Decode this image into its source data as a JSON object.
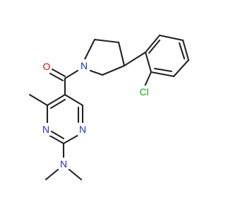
{
  "atoms": {
    "O": {
      "text": "O",
      "color": "#e01010"
    },
    "N_pyr": {
      "text": "N",
      "color": "#2030d0"
    },
    "Cl": {
      "text": "Cl",
      "color": "#10b010"
    },
    "N_ring1": {
      "text": "N",
      "color": "#2030d0"
    },
    "N_ring3": {
      "text": "N",
      "color": "#2030d0"
    },
    "N_amine": {
      "text": "N",
      "color": "#2030d0"
    }
  }
}
